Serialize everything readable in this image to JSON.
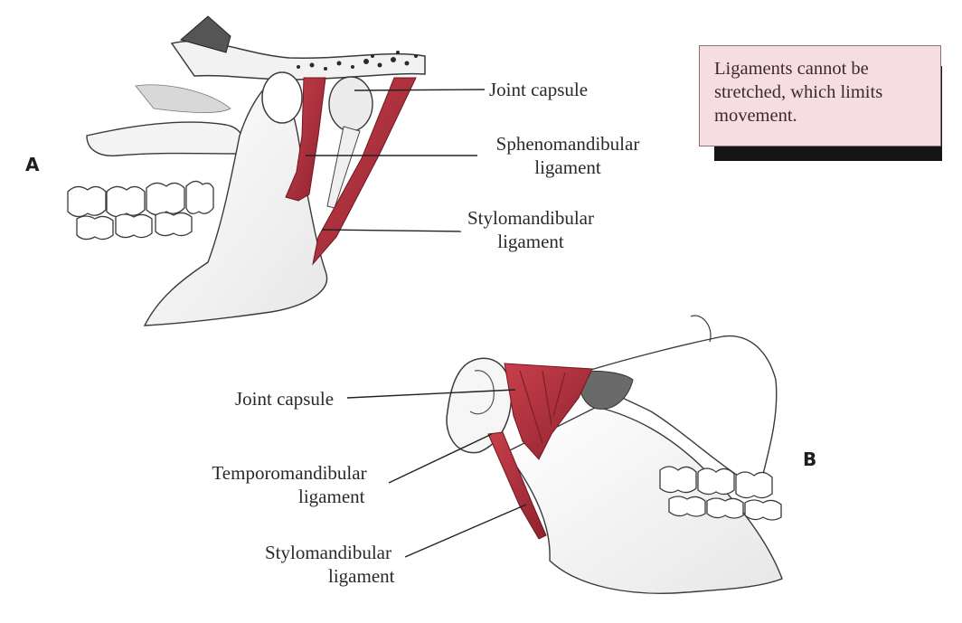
{
  "figure": {
    "panel_a": {
      "letter": "A",
      "labels": {
        "joint_capsule": "Joint capsule",
        "sphenomandibular_1": "Sphenomandibular",
        "sphenomandibular_2": "ligament",
        "stylomandibular_1": "Stylomandibular",
        "stylomandibular_2": "ligament"
      }
    },
    "panel_b": {
      "letter": "B",
      "labels": {
        "joint_capsule": "Joint capsule",
        "temporomandibular_1": "Temporomandibular",
        "temporomandibular_2": "ligament",
        "stylomandibular_1": "Stylomandibular",
        "stylomandibular_2": "ligament"
      }
    },
    "note": {
      "lines": [
        "Ligaments cannot be",
        "stretched, which limits",
        "movement."
      ]
    }
  },
  "colors": {
    "ligament": "#b8323e",
    "ligament_dark": "#7e1d27",
    "bone_line": "#3a3a3a",
    "note_bg": "#f6dde1",
    "note_shadow": "#151515"
  }
}
